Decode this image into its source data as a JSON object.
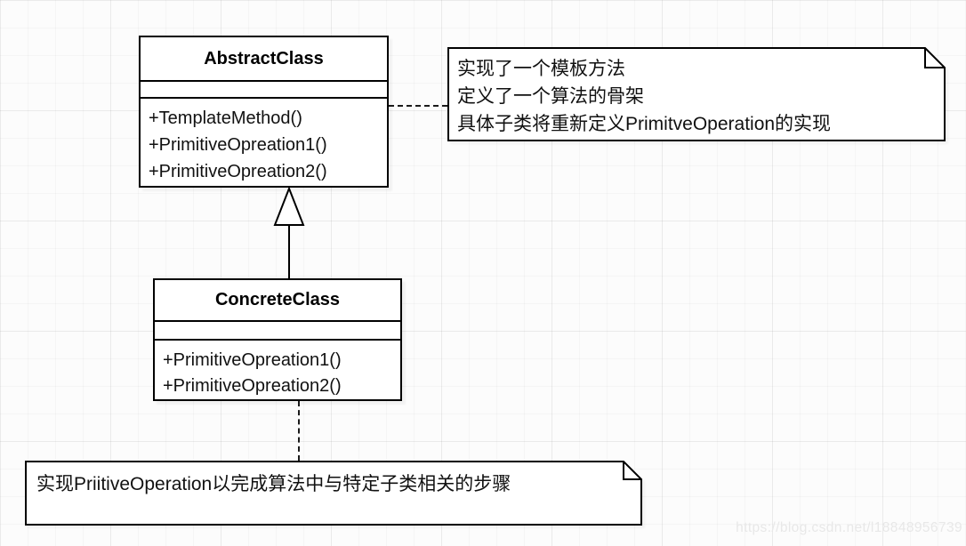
{
  "canvas": {
    "background": "#fcfcfc",
    "grid_color": "#ededed",
    "line_color": "#000000",
    "box_fill": "#ffffff",
    "watermark_color": "#e8e8e8"
  },
  "classes": [
    {
      "name": "AbstractClass",
      "methods": [
        "+TemplateMethod()",
        "+PrimitiveOpreation1()",
        "+PrimitiveOpreation2()"
      ]
    },
    {
      "name": "ConcreteClass",
      "methods": [
        "+PrimitiveOpreation1()",
        "+PrimitiveOpreation2()"
      ]
    }
  ],
  "notes": [
    {
      "attached_to": "AbstractClass",
      "lines": [
        "实现了一个模板方法",
        "定义了一个算法的骨架",
        "具体子类将重新定义PrimitveOperation的实现"
      ]
    },
    {
      "attached_to": "ConcreteClass",
      "lines": [
        "实现PriitiveOperation以完成算法中与特定子类相关的步骤"
      ]
    }
  ],
  "relationship": {
    "type": "inheritance",
    "from": "ConcreteClass",
    "to": "AbstractClass"
  },
  "watermark": "https://blog.csdn.net/l18848956739"
}
